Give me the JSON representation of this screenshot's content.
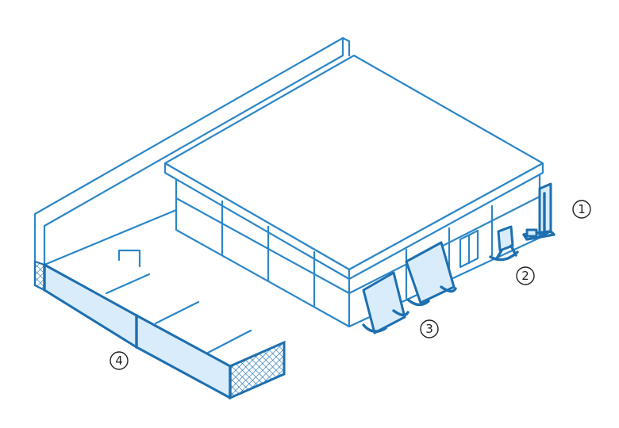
{
  "callouts": [
    {
      "id": "callout-1",
      "label": "1"
    },
    {
      "id": "callout-2",
      "label": "2"
    },
    {
      "id": "callout-3",
      "label": "3"
    },
    {
      "id": "callout-4",
      "label": "4"
    }
  ],
  "colors": {
    "line": "#2b86c8",
    "line_bold": "#1d6fb0",
    "panel_fill": "#d8ecfb",
    "background": "#ffffff",
    "label_ink": "#222222"
  }
}
